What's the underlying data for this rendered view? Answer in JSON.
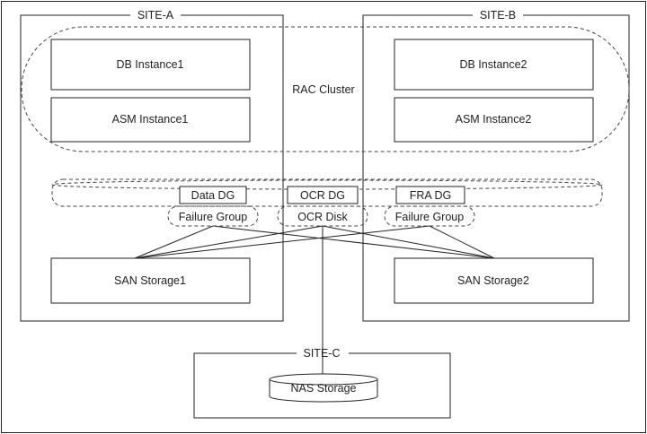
{
  "sites": {
    "a": "SITE-A",
    "b": "SITE-B",
    "c": "SITE-C"
  },
  "cluster": {
    "label": "RAC Cluster"
  },
  "instances": {
    "db1": "DB Instance1",
    "db2": "DB Instance2",
    "asm1": "ASM Instance1",
    "asm2": "ASM Instance2"
  },
  "diskgroups": {
    "data": "Data DG",
    "ocr": "OCR DG",
    "fra": "FRA DG"
  },
  "groups": {
    "failure_left": "Failure Group",
    "ocr_disk": "OCR Disk",
    "failure_right": "Failure Group"
  },
  "storage": {
    "san1": "SAN Storage1",
    "san2": "SAN Storage2",
    "nas": "NAS Storage"
  }
}
